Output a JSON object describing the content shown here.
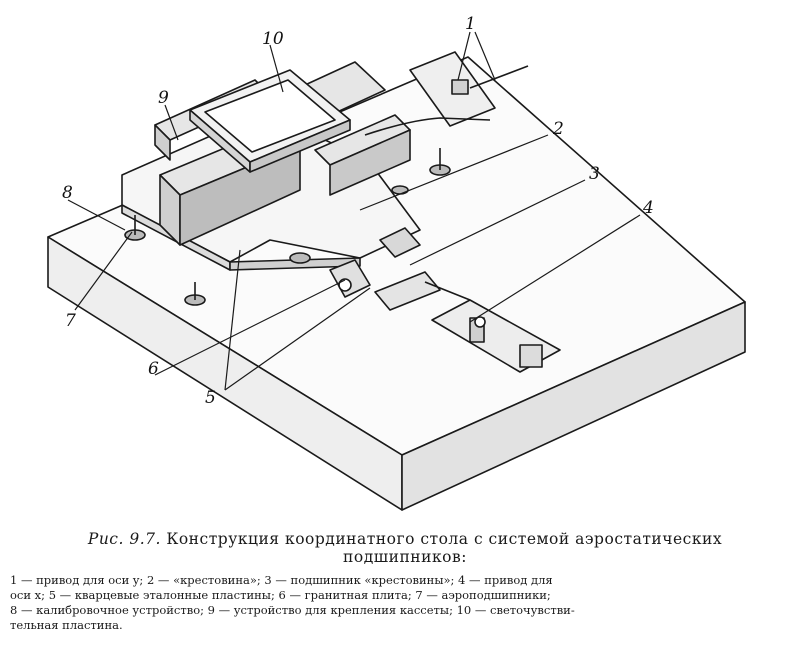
{
  "figure": {
    "labels": [
      "1",
      "2",
      "3",
      "4",
      "5",
      "6",
      "7",
      "8",
      "9",
      "10"
    ]
  },
  "caption": {
    "number": "Рис. 9.7.",
    "title_line1": "Конструкция координатного стола с системой аэростатических",
    "title_line2": "подшипников:"
  },
  "legend": {
    "line1": "1 — привод для оси y; 2 — «крестовина»; 3 — подшипник «крестовины»; 4 — привод для",
    "line2": "оси x; 5 — кварцевые эталонные пластины; 6 — гранитная плита; 7 — аэроподшипники;",
    "line3": "8 — калибровочное устройство; 9 — устройство для крепления кассеты; 10 — светочувстви-",
    "line4": "тельная пластина."
  }
}
